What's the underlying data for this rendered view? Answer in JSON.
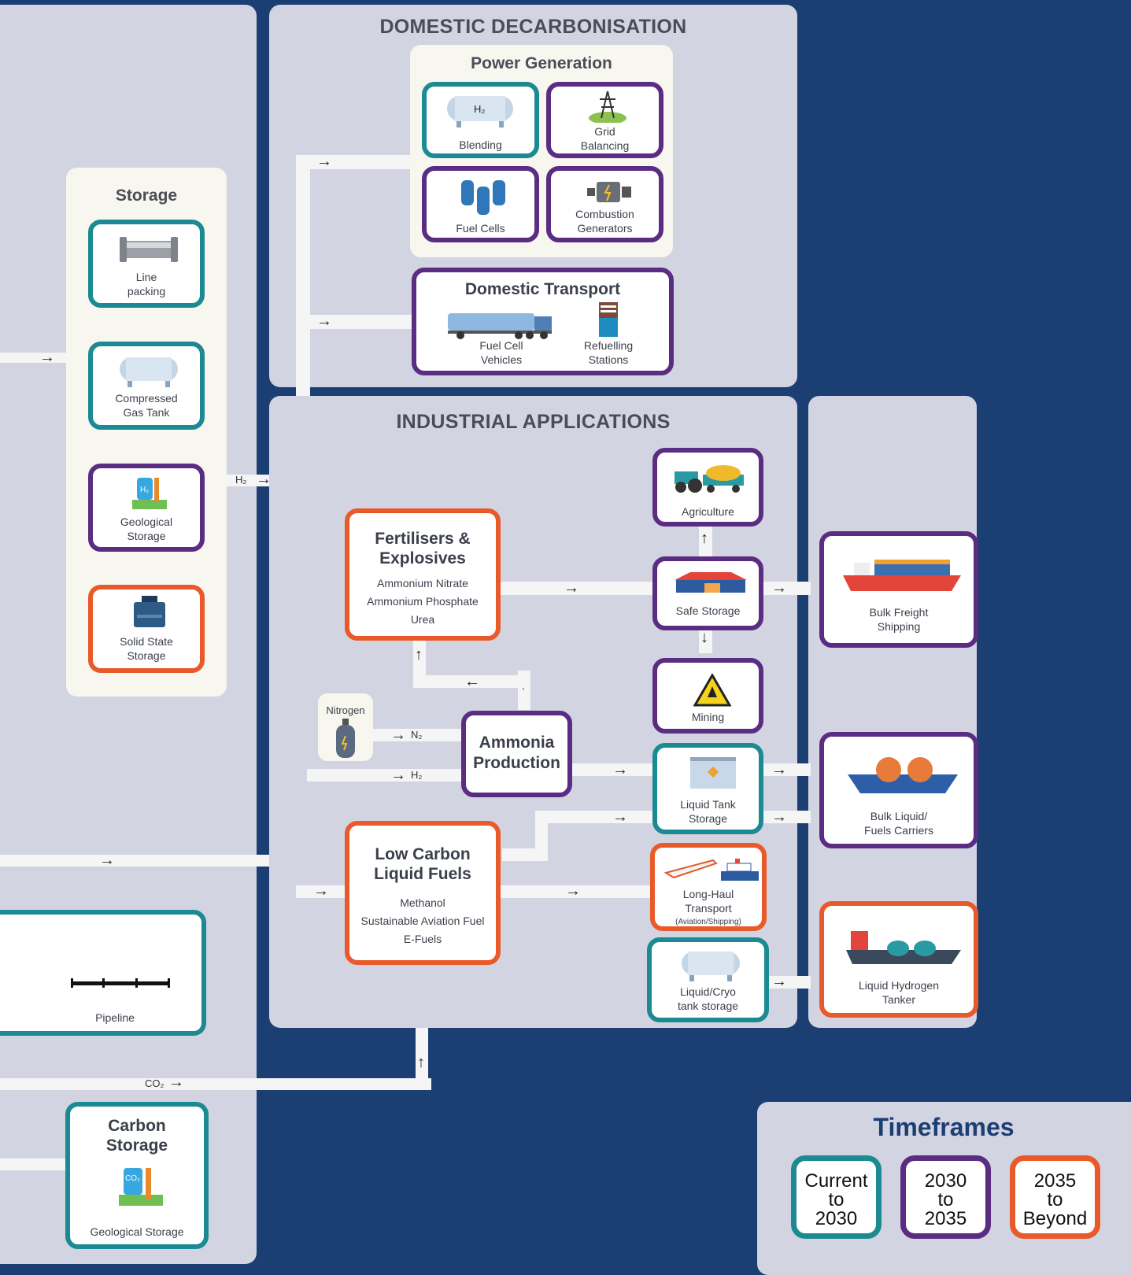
{
  "sections": {
    "domestic": "DOMESTIC DECARBONISATION",
    "industrial": "INDUSTRIAL APPLICATIONS"
  },
  "storage": {
    "title": "Storage",
    "items": [
      {
        "label1": "Line",
        "label2": "packing",
        "tier": "teal"
      },
      {
        "label1": "Compressed",
        "label2": "Gas Tank",
        "tier": "teal"
      },
      {
        "label1": "Geological",
        "label2": "Storage",
        "tier": "purple"
      },
      {
        "label1": "Solid State",
        "label2": "Storage",
        "tier": "orange"
      }
    ]
  },
  "power_generation": {
    "title": "Power Generation",
    "blending": "Blending",
    "grid1": "Grid",
    "grid2": "Balancing",
    "fuel_cells": "Fuel Cells",
    "comb1": "Combustion",
    "comb2": "Generators"
  },
  "domestic_transport": {
    "title": "Domestic Transport",
    "fcv1": "Fuel Cell",
    "fcv2": "Vehicles",
    "ref1": "Refuelling",
    "ref2": "Stations"
  },
  "fertilisers": {
    "title1": "Fertilisers &",
    "title2": "Explosives",
    "items": [
      "Ammonium Nitrate",
      "Ammonium Phosphate",
      "Urea"
    ]
  },
  "ammonia": {
    "title1": "Ammonia",
    "title2": "Production"
  },
  "nitrogen": "Nitrogen",
  "low_carbon": {
    "title1": "Low Carbon",
    "title2": "Liquid Fuels",
    "items": [
      "Methanol",
      "Sustainable Aviation Fuel",
      "E-Fuels"
    ]
  },
  "agriculture": "Agriculture",
  "safe_storage": "Safe Storage",
  "mining": "Mining",
  "liquid_tank": {
    "l1": "Liquid Tank",
    "l2": "Storage"
  },
  "long_haul": {
    "l1": "Long-Haul",
    "l2": "Transport",
    "l3": "(Aviation/Shipping)"
  },
  "liquid_cryo": {
    "l1": "Liquid/Cryo",
    "l2": "tank storage"
  },
  "bulk_freight": {
    "l1": "Bulk Freight",
    "l2": "Shipping"
  },
  "bulk_liquid": {
    "l1": "Bulk Liquid/",
    "l2": "Fuels Carriers"
  },
  "lh2_tanker": {
    "l1": "Liquid Hydrogen",
    "l2": "Tanker"
  },
  "pipeline": "Pipeline",
  "carbon_storage": {
    "title1": "Carbon",
    "title2": "Storage",
    "label": "Geological Storage"
  },
  "flow_labels": {
    "h2_main": "H₂",
    "n2": "N₂",
    "h2": "H₂",
    "co2": "CO₂",
    "h2_icon": "H₂",
    "co2_icon": "CO₂"
  },
  "timeframes": {
    "title": "Timeframes",
    "items": [
      {
        "l1": "Current",
        "l2": "to",
        "l3": "2030",
        "color": "#1b8a92"
      },
      {
        "l1": "2030",
        "l2": "to",
        "l3": "2035",
        "color": "#5a2c82"
      },
      {
        "l1": "2035",
        "l2": "to",
        "l3": "Beyond",
        "color": "#e95a2a"
      }
    ]
  },
  "colors": {
    "teal": "#1b8a92",
    "purple": "#5a2c82",
    "orange": "#e95a2a",
    "navy": "#1b3f72"
  }
}
